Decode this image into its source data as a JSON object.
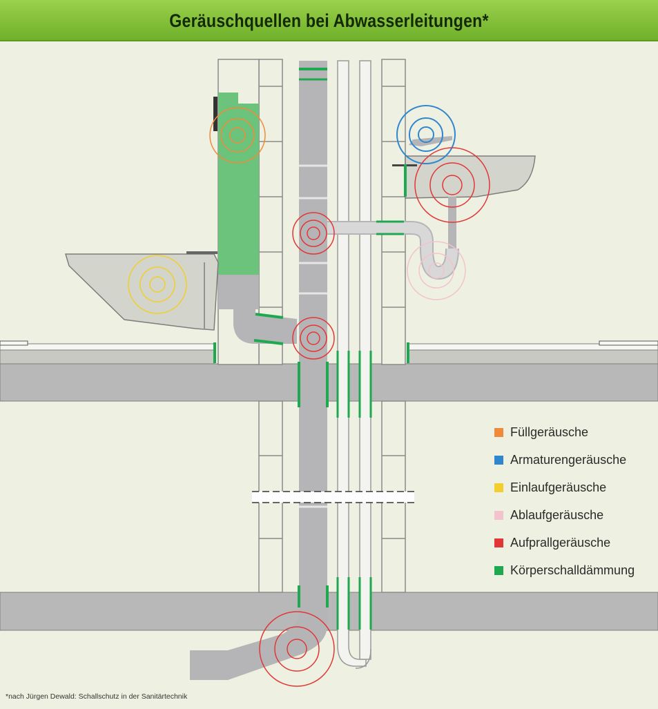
{
  "title": "Geräuschquellen bei Abwasserleitungen*",
  "legend": [
    {
      "label": "Füllgeräusche",
      "color": "#f08a3a"
    },
    {
      "label": "Armaturengeräusche",
      "color": "#2f86cf"
    },
    {
      "label": "Einlaufgeräusche",
      "color": "#f2cf2e"
    },
    {
      "label": "Ablaufgeräusche",
      "color": "#f2c3cd"
    },
    {
      "label": "Aufprallgeräusche",
      "color": "#e23636"
    },
    {
      "label": "Körperschalldämmung",
      "color": "#1ea84f"
    }
  ],
  "footnote": "*nach Jürgen Dewald: Schallschutz in der Sanitärtechnik",
  "colors": {
    "background": "#eef1e1",
    "header": "#7fc236",
    "pipe": "#b5b5b7",
    "slab": "#b8b8b9",
    "insulation": "#1ea84f",
    "cistern": "#6cc47c"
  }
}
